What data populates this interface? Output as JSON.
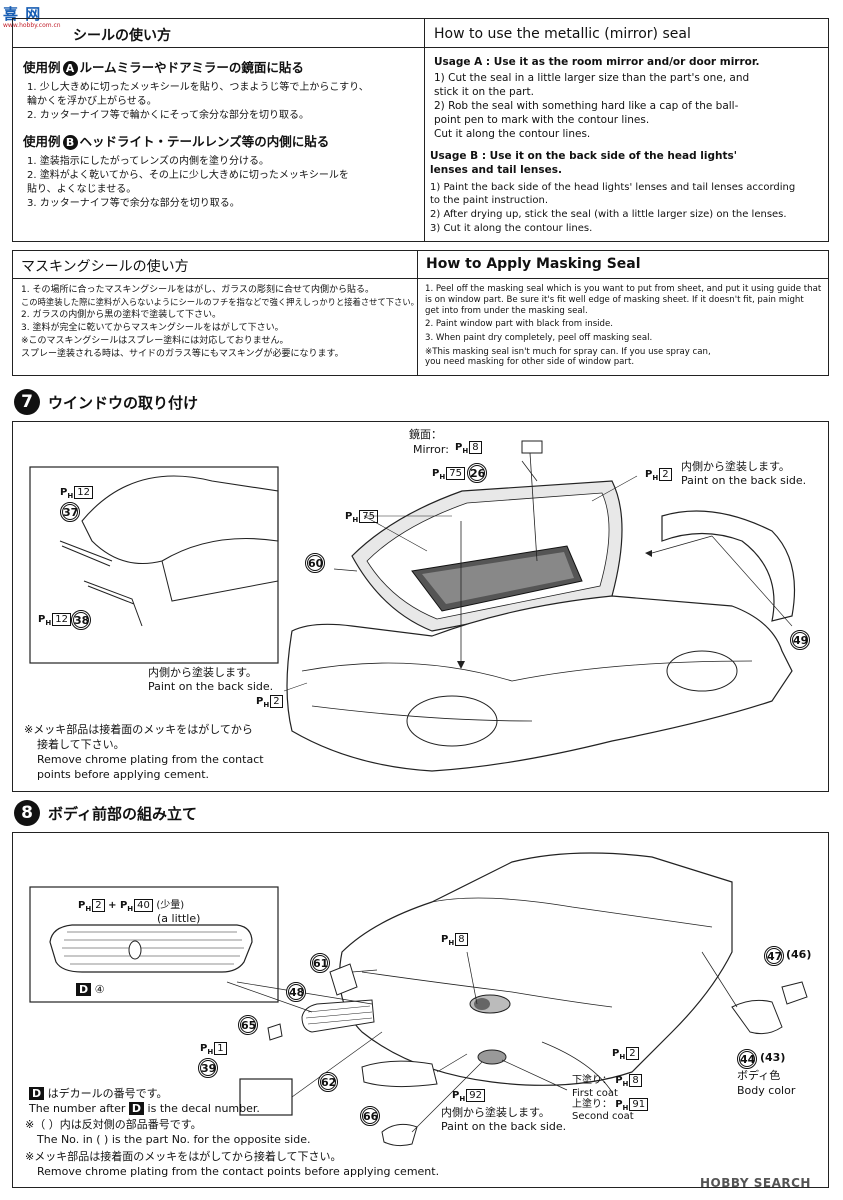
{
  "logo": {
    "text": "喜 网",
    "sub": "www.hobby.com.cn"
  },
  "mirror": {
    "jp_title": "シールの使い方",
    "en_title": "How to use the metallic (mirror) seal",
    "jp_a_title": "ルームミラーやドアミラーの鏡面に貼る",
    "jp_a_prefix": "使用例",
    "jp_a_badge": "A",
    "jp_a_lines": [
      "1. 少し大きめに切ったメッキシールを貼り、つまようじ等で上からこすり、",
      "    輪かくを浮かび上がらせる。",
      "2. カッターナイフ等で輪かくにそって余分な部分を切り取る。"
    ],
    "jp_b_title": "ヘッドライト・テールレンズ等の内側に貼る",
    "jp_b_prefix": "使用例",
    "jp_b_badge": "B",
    "jp_b_lines": [
      "1. 塗装指示にしたがってレンズの内側を塗り分ける。",
      "2. 塗料がよく乾いてから、その上に少し大きめに切ったメッキシールを",
      "    貼り、よくなじませる。",
      "3. カッターナイフ等で余分な部分を切り取る。"
    ],
    "en_a_title": "Usage A : Use it as the room mirror and/or door mirror.",
    "en_a_lines": [
      "1)  Cut the seal in a little larger size than the part's one, and",
      "     stick it on the part.",
      "2)  Rob the seal with something hard like a cap of the ball-",
      "     point pen to mark with the contour lines.",
      "     Cut it along the contour lines."
    ],
    "en_b_title1": "Usage B : Use it on the back side of the head lights'",
    "en_b_title2": "lenses and tail lenses.",
    "en_b_lines": [
      "1)  Paint the back side of the head lights' lenses and tail lenses according",
      "     to the paint instruction.",
      "2)  After drying up, stick the seal (with a little larger size) on the lenses.",
      "3)  Cut it along the contour lines."
    ]
  },
  "masking": {
    "jp_title": "マスキングシールの使い方",
    "en_title": "How to Apply Masking Seal",
    "jp_lines": [
      "1. その場所に合ったマスキングシールをはがし、ガラスの彫刻に合せて内側から貼る。",
      "    この時塗装した際に塗料が入らないようにシールのフチを指などで強く押えしっかりと接着させて下さい。",
      "2. ガラスの内側から黒の塗料で塗装して下さい。",
      "3. 塗料が完全に乾いてからマスキングシールをはがして下さい。",
      "※このマスキングシールはスプレー塗料には対応しておりません。",
      "    スプレー塗装される時は、サイドのガラス等にもマスキングが必要になります。"
    ],
    "en_lines": [
      "1. Peel off the masking seal which is you want to put from sheet, and put it using guide that",
      "    is on window part. Be sure it's fit well edge of masking sheet. If it doesn't fit, pain might",
      "    get into from under the masking seal.",
      "2. Paint window part with black from inside.",
      "3. When paint dry completely, peel off masking seal.",
      "※This masking seal isn't much for spray can. If you use spray can,",
      "   you need masking for other side of window part."
    ]
  },
  "step7": {
    "num": "7",
    "title": "ウインドウの取り付け",
    "mirror_jp": "鏡面：",
    "mirror_en": "Mirror:",
    "paint_jp": "内側から塗装します。",
    "paint_en": "Paint on the back side.",
    "note_jp1": "※メッキ部品は接着面のメッキをはがしてから",
    "note_jp2": "接着して下さい。",
    "note_en1": "Remove chrome plating from the contact",
    "note_en2": "points before applying cement.",
    "ph_prefix": "P",
    "ph_sub": "H",
    "colors": {
      "12": "12",
      "75": "75",
      "8": "8",
      "2": "2"
    },
    "parts": {
      "p37": "37",
      "p38": "38",
      "p26": "26",
      "p60": "60",
      "p49": "49"
    }
  },
  "step8": {
    "num": "8",
    "title": "ボディ前部の組み立て",
    "little_jp": "(少量)",
    "little_en": "(a little)",
    "plus": "+",
    "decal_label": "D",
    "decal_num": "④",
    "paint_jp": "内側から塗装します。",
    "paint_en": "Paint on the back side.",
    "first_jp": "下塗り：",
    "first_en": "First coat",
    "second_jp": "上塗り：",
    "second_en": "Second coat",
    "body_jp": "ボディ色",
    "body_en": "Body color",
    "decal_note_jp": "はデカールの番号です。",
    "decal_note_en1": "The number after",
    "decal_note_en2": "is the decal number.",
    "opp_jp": "※（  ）内は反対側の部品番号です。",
    "opp_en": "The No. in (   ) is the part No. for the opposite side.",
    "chrome_jp": "※メッキ部品は接着面のメッキをはがしてから接着して下さい。",
    "chrome_en": "Remove chrome plating from the contact points before applying cement.",
    "colors": {
      "c2": "2",
      "c40": "40",
      "c8": "8",
      "c1": "1",
      "c92": "92",
      "c8b": "8",
      "c91": "91",
      "c2b": "2"
    },
    "parts": {
      "p61": "61",
      "p48": "48",
      "p65": "65",
      "p39": "39",
      "p62": "62",
      "p66": "66",
      "p47": "47",
      "p46": "(46)",
      "p44": "44",
      "p43": "(43)"
    }
  },
  "watermark": "HOBBY SEARCH"
}
